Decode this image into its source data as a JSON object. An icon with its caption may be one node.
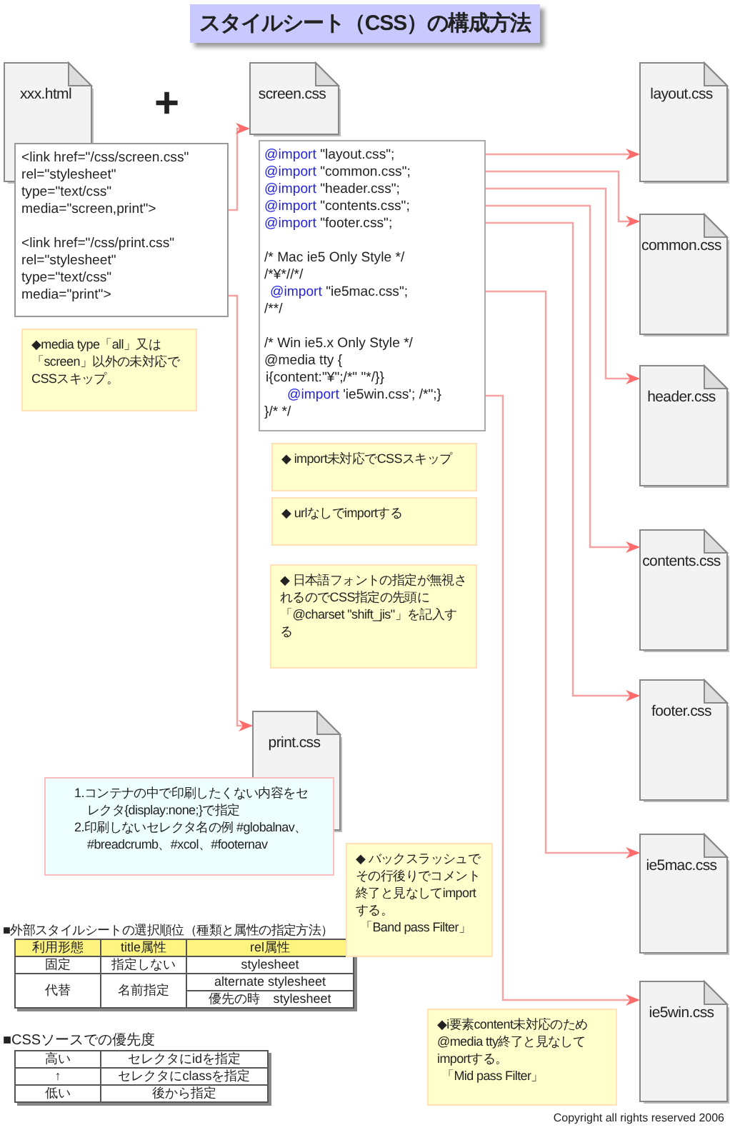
{
  "diagram": {
    "title": "スタイルシート（CSS）の構成方法",
    "nodes": [
      {
        "text": [
          "xxx.html"
        ]
      },
      {
        "text": [
          "<link href=\"/css/screen.css\" rel=\"stylesheet\" type=\"text/css\" media=\"screen,print\">",
          "<link href=\"/css/print.css\" rel=\"stylesheet\" type=\"text/css\" media=\"print\">"
        ]
      },
      {
        "text": [
          "screen.css"
        ]
      },
      {
        "text": [
          "@import \"layout.css\";",
          "@import \"common.css\";",
          "@import \"header.css\";",
          "@import \"contents.css\";",
          "@import \"footer.css\";",
          "/* Mac ie5 Only Style */",
          "/*¥*//*/",
          "@import \"ie5mac.css\";",
          "/**/",
          "/* Win ie5.x Only Style */",
          "@media tty {",
          "i{content:\"¥\";/*\" \"*/}}",
          "@import 'ie5win.css'; /*\";}",
          "}/* */"
        ]
      },
      {
        "text": [
          "layout.css"
        ]
      },
      {
        "text": [
          "common.css"
        ]
      },
      {
        "text": [
          "header.css"
        ]
      },
      {
        "text": [
          "contents.css"
        ]
      },
      {
        "text": [
          "footer.css"
        ]
      },
      {
        "text": [
          "ie5mac.css"
        ]
      },
      {
        "text": [
          "ie5win.css"
        ]
      },
      {
        "text": [
          "print.css"
        ]
      },
      {
        "text": [
          "◆media type「all」又は「screen」以外の未対応でCSSスキップ。"
        ]
      },
      {
        "text": [
          "◆ import未対応でCSSスキップ"
        ]
      },
      {
        "text": [
          "◆ urlなしでimportする"
        ]
      },
      {
        "text": [
          "◆ 日本語フォントの指定が無視されるのでCSS指定の先頭に「@charset \"shift_jis\"」を記入する"
        ]
      },
      {
        "text": [
          "1.コンテナの中で印刷したくない内容をセレクタ{display:none;}で指定",
          "2.印刷しないセレクタ名の例 #globalnav、#breadcrumb、#xcol、#footernav"
        ]
      },
      {
        "text": [
          "◆ バックスラッシュでその行後りでコメント終了と見なしてimportする。",
          "「Band pass Filter」"
        ]
      },
      {
        "text": [
          "◆i要素content未対応のため@media tty終了と見なしてimportする。",
          "「Mid pass Filter」"
        ]
      }
    ],
    "edges": [
      {
        "from": 1,
        "to": 2,
        "arrow": "to"
      },
      {
        "from": 1,
        "to": 11,
        "arrow": "to"
      },
      {
        "from": 3,
        "to": 4,
        "arrow": "to"
      },
      {
        "from": 3,
        "to": 5,
        "arrow": "to"
      },
      {
        "from": 3,
        "to": 6,
        "arrow": "to"
      },
      {
        "from": 3,
        "to": 7,
        "arrow": "to"
      },
      {
        "from": 3,
        "to": 8,
        "arrow": "to"
      },
      {
        "from": 3,
        "to": 9,
        "arrow": "to"
      },
      {
        "from": 3,
        "to": 10,
        "arrow": "to"
      }
    ],
    "labels": [
      "+",
      "■外部スタイルシートの選択順位（種類と属性の指定方法）",
      "利用形態",
      "title属性",
      "rel属性",
      "固定",
      "指定しない",
      "stylesheet",
      "代替",
      "名前指定",
      "alternate stylesheet",
      "優先の時　stylesheet",
      "■CSSソースでの優先度",
      "高い",
      "セレクタにidを指定",
      "↑",
      "セレクタにclassを指定",
      "低い",
      "後から指定",
      "Copyright all rights reserved 2006"
    ]
  }
}
